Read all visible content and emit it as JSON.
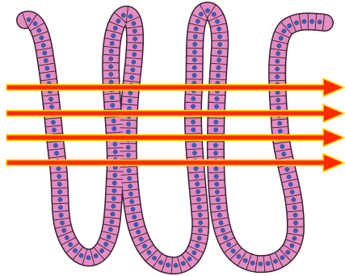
{
  "diagram": {
    "type": "folded-epithelium-section",
    "cell_fill": "#e38ec2",
    "cell_border": "#3b1f33",
    "nucleus_fill": "#3f5fb3",
    "nucleus_border": "#1e2f66",
    "arrow_fill": "#ff2a00",
    "arrow_outline": "#ffd400",
    "arrow_count": 4,
    "fold_count": 4
  }
}
